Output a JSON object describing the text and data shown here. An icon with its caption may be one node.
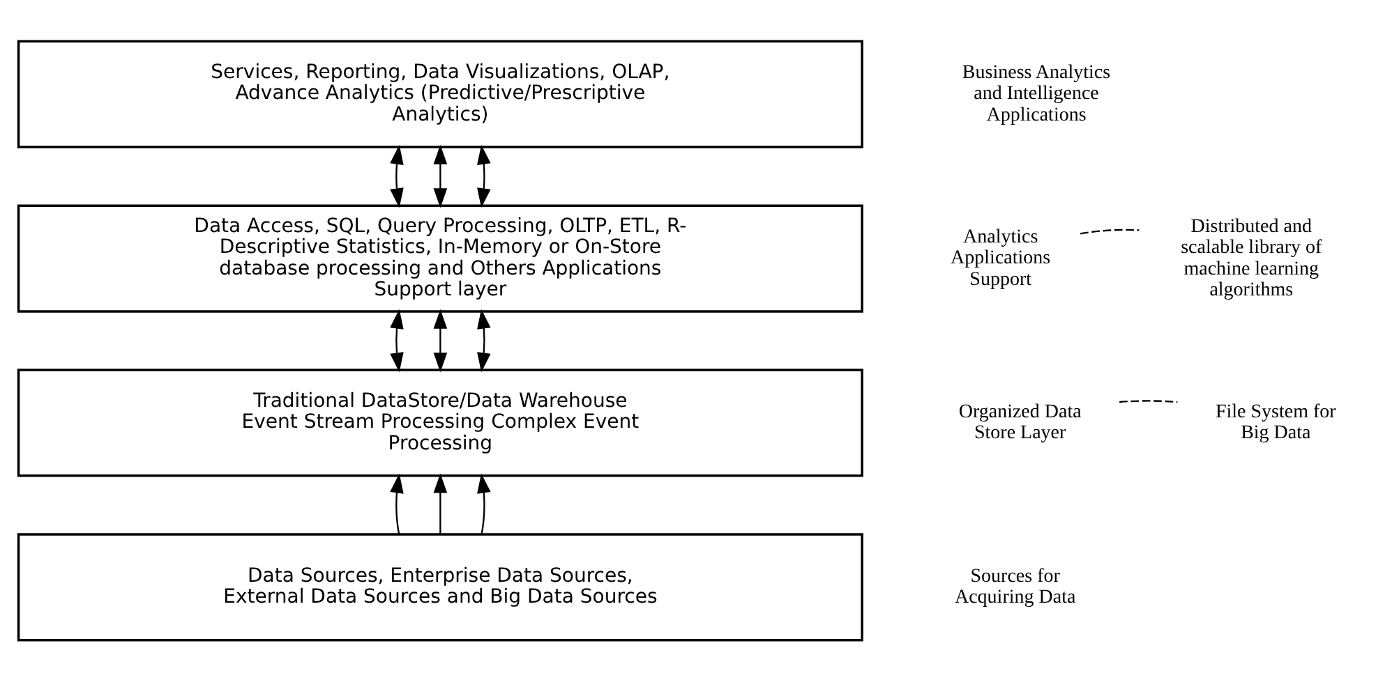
{
  "diagram": {
    "nodes": [
      {
        "text": [
          "Services, Reporting, Data Visualizations, OLAP, Advance Analytics (Predictive/Prescriptive Analytics)"
        ]
      },
      {
        "text": [
          "Data Access, SQL, Query Processing, OLTP, ETL, R- Descriptive Statistics, In-Memory or On-Store database processing and Others Applications Support layer"
        ]
      },
      {
        "text": [
          "Traditional DataStore/Data Warehouse Event Stream Processing Complex Event Processing"
        ]
      },
      {
        "text": [
          "Data Sources, Enterprise Data Sources, External Data Sources and Big Data Sources"
        ]
      },
      {
        "text": [
          "Business Analytics and Intelligence Applications"
        ]
      },
      {
        "text": [
          "Analytics Applications Support"
        ]
      },
      {
        "text": [
          "Organized Data Store Layer"
        ]
      },
      {
        "text": [
          "Sources for Acquiring Data"
        ]
      },
      {
        "text": [
          "Distributed and scalable library of machine learning algorithms"
        ]
      },
      {
        "text": [
          "File System for Big Data"
        ]
      }
    ],
    "edges": [
      {
        "from": 0,
        "to": 1,
        "arrow": "both"
      },
      {
        "from": 0,
        "to": 1,
        "arrow": "both"
      },
      {
        "from": 0,
        "to": 1,
        "arrow": "both"
      },
      {
        "from": 1,
        "to": 2,
        "arrow": "both"
      },
      {
        "from": 1,
        "to": 2,
        "arrow": "both"
      },
      {
        "from": 1,
        "to": 2,
        "arrow": "both"
      },
      {
        "from": 3,
        "to": 2,
        "arrow": "to"
      },
      {
        "from": 3,
        "to": 2,
        "arrow": "to"
      },
      {
        "from": 3,
        "to": 2,
        "arrow": "to"
      },
      {
        "from": 5,
        "to": 8,
        "arrow": "none",
        "style": "dashed"
      },
      {
        "from": 6,
        "to": 9,
        "arrow": "none",
        "style": "dashed"
      }
    ]
  }
}
